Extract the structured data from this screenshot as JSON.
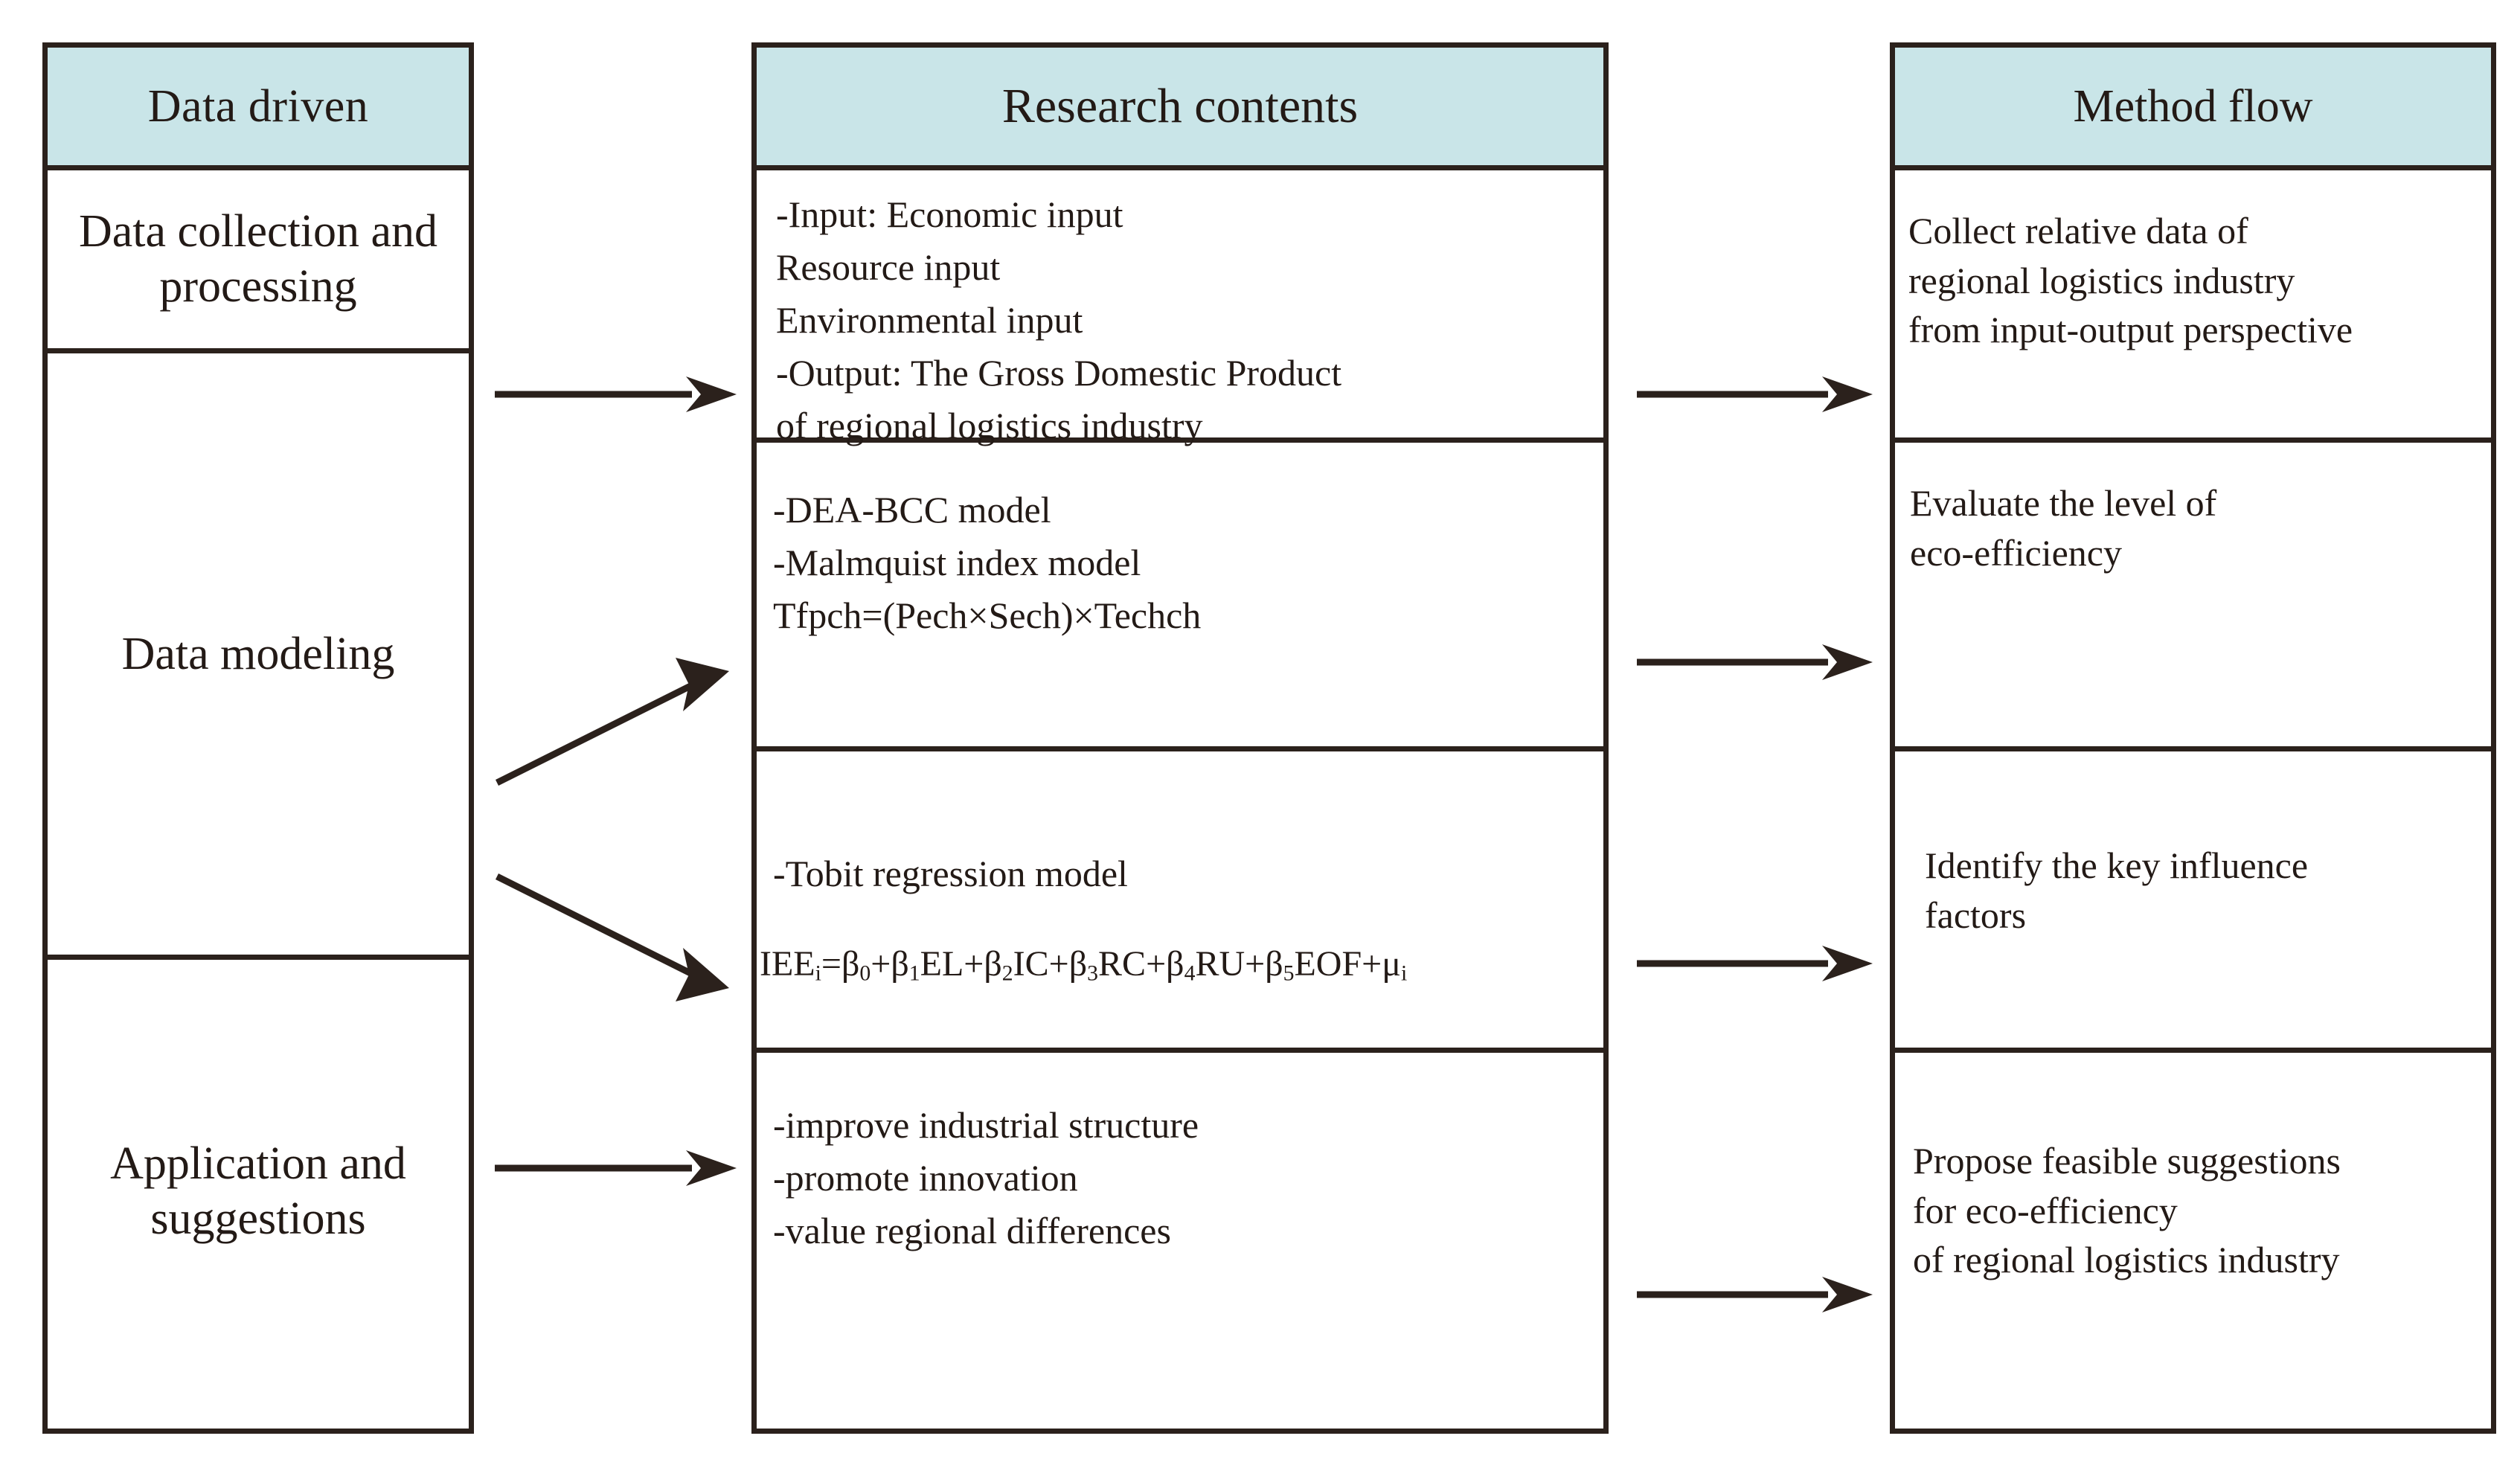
{
  "diagram": {
    "title_bar_color": "#c9e5e8",
    "border_color": "#2b211c",
    "columns": {
      "left": {
        "header": "Data driven",
        "cells": [
          {
            "text": "Data collection\nand processing"
          },
          {
            "text": "Data\n\nmodeling"
          },
          {
            "text": "Application\nand\nsuggestions"
          }
        ]
      },
      "middle": {
        "header": "Research contents",
        "cells": [
          {
            "text": "  -Input: Economic input\n           Resource input\n            Environmental input\n  -Output: The Gross Domestic Product\n             of regional logistics industry"
          },
          {
            "text": "-DEA-BCC model\n-Malmquist index model\nTfpch=(Pech×Sech)×Techch"
          },
          {
            "text": " -Tobit regression model",
            "formula_prefix": "IEE",
            "formula_sub1": "i",
            "formula_body": "=β",
            "formula": "IEEi=β0+β1EL+β2IC+β3RC+β4RU+β5EOF+μi"
          },
          {
            "text": "-improve  industrial structure\n-promote innovation\n-value regional differences"
          }
        ]
      },
      "right": {
        "header": "Method flow",
        "cells": [
          {
            "text": "Collect relative data of\nregional logistics industry\nfrom input-output perspective"
          },
          {
            "text": "Evaluate the level of\neco-efficiency"
          },
          {
            "text": "Identify the key influence\nfactors"
          },
          {
            "text": "Propose feasible suggestions\nfor eco-efficiency\nof  regional logistics industry"
          }
        ]
      }
    },
    "arrows": [
      {
        "name": "left-to-middle-1",
        "kind": "horizontal"
      },
      {
        "name": "left-to-middle-2",
        "kind": "diagonal-up"
      },
      {
        "name": "left-to-middle-3",
        "kind": "diagonal-down"
      },
      {
        "name": "left-to-middle-4",
        "kind": "horizontal"
      },
      {
        "name": "middle-to-right-1",
        "kind": "horizontal"
      },
      {
        "name": "middle-to-right-2",
        "kind": "horizontal"
      },
      {
        "name": "middle-to-right-3",
        "kind": "horizontal"
      },
      {
        "name": "middle-to-right-4",
        "kind": "horizontal"
      }
    ]
  }
}
